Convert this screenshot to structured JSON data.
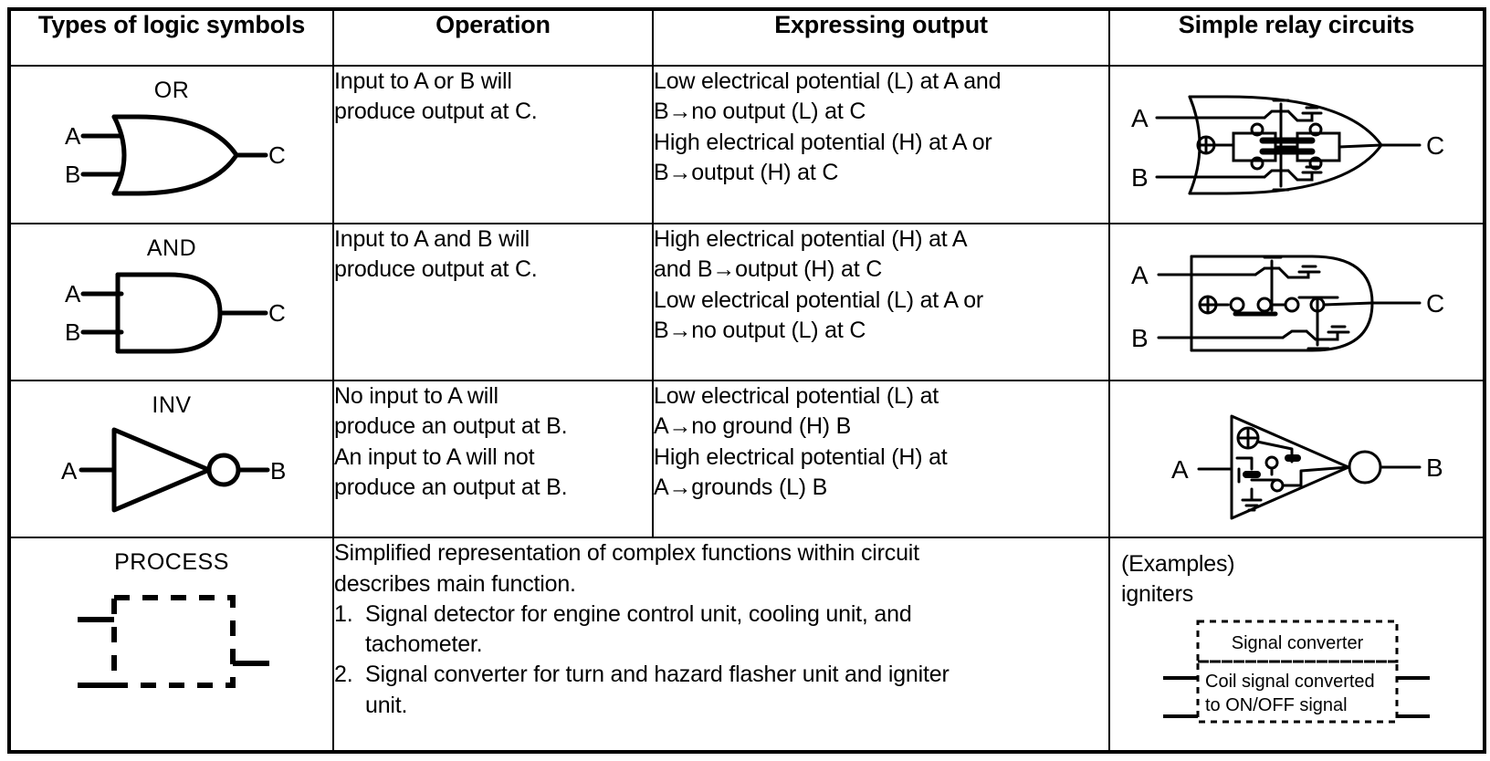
{
  "table": {
    "headers": [
      "Types of logic symbols",
      "Operation",
      "Expressing output",
      "Simple relay circuits"
    ],
    "rows": [
      {
        "symbol_name": "OR",
        "symbol_icon": "or-gate-symbol",
        "symbol_ports": {
          "in1": "A",
          "in2": "B",
          "out": "C"
        },
        "operation_lines": [
          "Input to A or B will",
          "produce output at C."
        ],
        "output_lines": [
          "Low electrical potential (L) at A and",
          "B→no output (L) at C",
          "High electrical potential (H) at A or",
          "B→output (H) at C"
        ],
        "relay_icon": "or-relay-circuit",
        "relay_ports": {
          "in1": "A",
          "in2": "B",
          "out": "C"
        }
      },
      {
        "symbol_name": "AND",
        "symbol_icon": "and-gate-symbol",
        "symbol_ports": {
          "in1": "A",
          "in2": "B",
          "out": "C"
        },
        "operation_lines": [
          "Input to A and B will",
          "produce output at C."
        ],
        "output_lines": [
          "High electrical potential (H) at A",
          "and B→output (H) at C",
          "Low electrical potential (L) at A or",
          "B→no output (L) at C"
        ],
        "relay_icon": "and-relay-circuit",
        "relay_ports": {
          "in1": "A",
          "in2": "B",
          "out": "C"
        }
      },
      {
        "symbol_name": "INV",
        "symbol_icon": "inverter-gate-symbol",
        "symbol_ports": {
          "in1": "A",
          "out": "B"
        },
        "operation_lines": [
          "No input to A will",
          "produce an output at B.",
          "An input to A will not",
          "produce an output at B."
        ],
        "output_lines": [
          "Low electrical potential (L) at",
          "A→no ground (H) B",
          "High electrical potential (H) at",
          "A→grounds (L) B"
        ],
        "relay_icon": "inverter-relay-circuit",
        "relay_ports": {
          "in1": "A",
          "out": "B"
        }
      }
    ],
    "process_row": {
      "symbol_name": "PROCESS",
      "symbol_icon": "process-dashed-box-symbol",
      "intro_lines": [
        "Simplified representation of complex functions within circuit",
        "describes main function."
      ],
      "items": [
        {
          "number": "1.",
          "lines": [
            "Signal detector for engine control unit, cooling unit, and",
            "tachometer."
          ]
        },
        {
          "number": "2.",
          "lines": [
            "Signal converter for turn and hazard flasher unit and igniter",
            "unit."
          ]
        }
      ],
      "examples": {
        "heading_lines": [
          "(Examples)",
          "igniters"
        ],
        "diagram_icon": "signal-converter-dashed-box",
        "box_title": "Signal converter",
        "box_body_lines": [
          "Coil signal converted",
          "to ON/OFF signal"
        ]
      }
    }
  },
  "colors": {
    "ink": "#000000",
    "paper": "#ffffff"
  }
}
